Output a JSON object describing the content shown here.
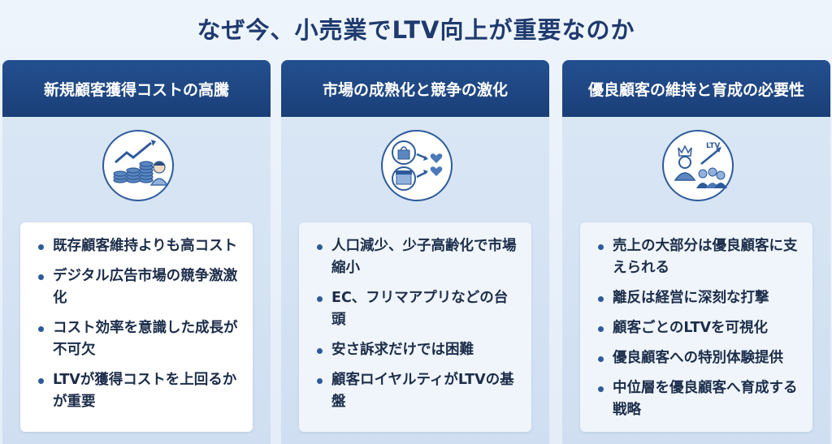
{
  "title": "なぜ今、小売業でLTV向上が重要なのか",
  "columns": [
    {
      "heading": "新規顧客獲得コストの高騰",
      "icon": "rising-cost-coins-icon",
      "bullets": [
        "既存顧客維持よりも高コスト",
        "デジタル広告市場の競争激激化",
        "コスト効率を意識した成長が不可欠",
        "LTVが獲得コストを上回るかが重要"
      ]
    },
    {
      "heading": "市場の成熟化と競争の激化",
      "icon": "shop-to-heart-icon",
      "bullets": [
        "人口減少、少子高齢化で市場縮小",
        "EC、フリマアプリなどの台頭",
        "安さ訴求だけでは困難",
        "顧客ロイヤルティがLTVの基盤"
      ]
    },
    {
      "heading": "優良顧客の維持と育成の必要性",
      "icon": "loyal-customer-ltv-icon",
      "icon_label": "LTV",
      "bullets": [
        "売上の大部分は優良顧客に支えられる",
        "離反は経営に深刻な打撃",
        "顧客ごとのLTVを可視化",
        "優良顧客への特別体験提供",
        "中位層を優良顧客へ育成する戦略"
      ]
    }
  ],
  "colors": {
    "title": "#1e3a6e",
    "header": "#1b3f78",
    "accent": "#2d5b9a"
  }
}
